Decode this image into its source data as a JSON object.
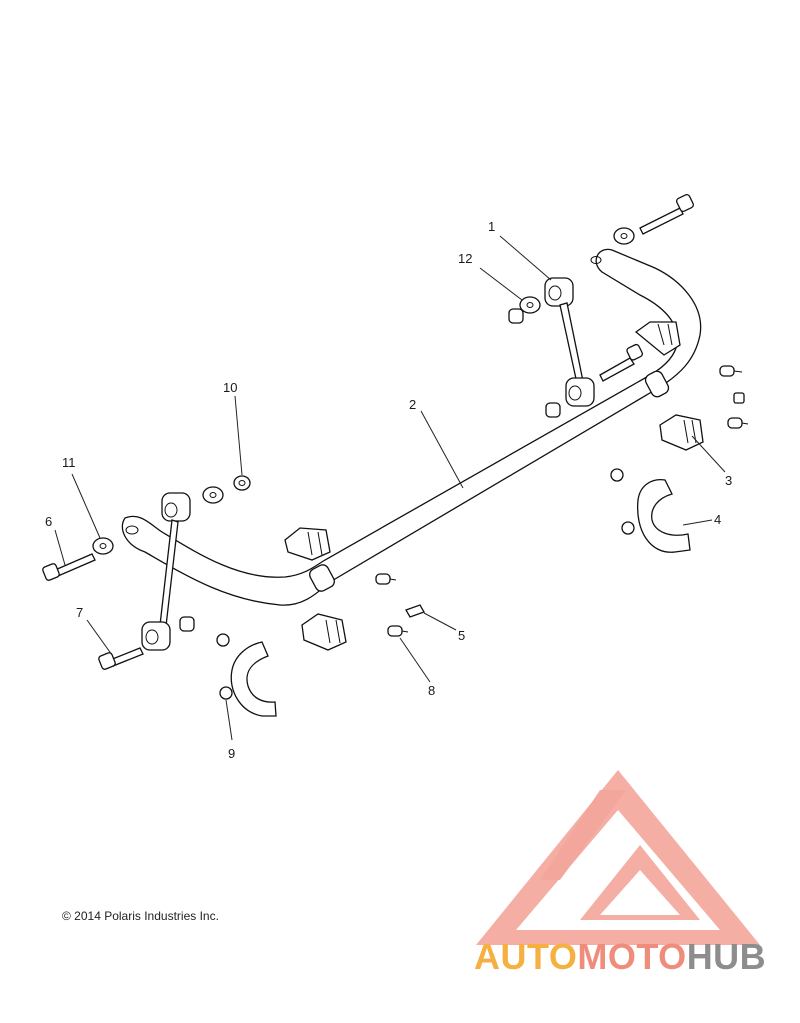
{
  "copyright": "© 2014 Polaris Industries Inc.",
  "brand": {
    "part1": "AUTO",
    "part2": "MOTO",
    "part3": "HUB",
    "colors": {
      "auto": "#f5b041",
      "moto": "#f08c7c",
      "hub": "#8d8d8d",
      "logo": "#f3a59a"
    }
  },
  "callouts": [
    "1",
    "2",
    "3",
    "4",
    "5",
    "6",
    "7",
    "8",
    "9",
    "10",
    "11",
    "12"
  ]
}
